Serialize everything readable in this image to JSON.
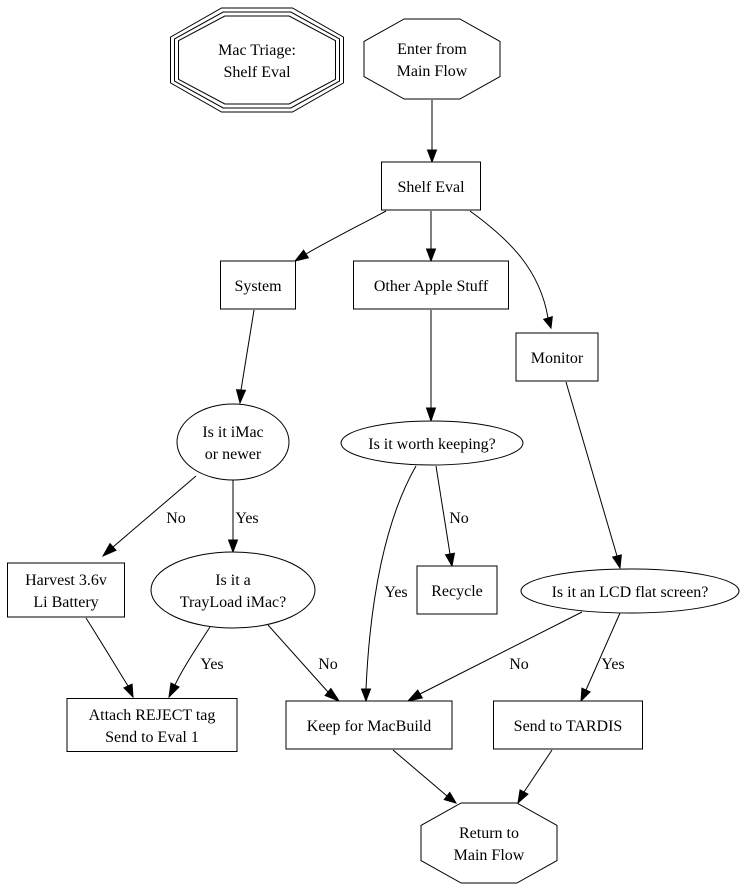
{
  "diagram": {
    "title": "Mac Triage: Shelf Eval",
    "nodes": [
      {
        "id": "title",
        "shape": "tripleoctagon",
        "lines": [
          "Mac Triage:",
          "Shelf Eval"
        ]
      },
      {
        "id": "enter",
        "shape": "octagon",
        "lines": [
          "Enter from",
          "Main Flow"
        ]
      },
      {
        "id": "shelf_eval",
        "shape": "box",
        "lines": [
          "Shelf Eval"
        ]
      },
      {
        "id": "system",
        "shape": "box",
        "lines": [
          "System"
        ]
      },
      {
        "id": "other_apple",
        "shape": "box",
        "lines": [
          "Other Apple Stuff"
        ]
      },
      {
        "id": "monitor",
        "shape": "box",
        "lines": [
          "Monitor"
        ]
      },
      {
        "id": "imac_or_newer",
        "shape": "ellipse",
        "lines": [
          "Is it iMac",
          "or newer"
        ]
      },
      {
        "id": "worth_keeping",
        "shape": "ellipse",
        "lines": [
          "Is it worth keeping?"
        ]
      },
      {
        "id": "harvest",
        "shape": "box",
        "lines": [
          "Harvest 3.6v",
          "Li Battery"
        ]
      },
      {
        "id": "trayload",
        "shape": "ellipse",
        "lines": [
          "Is it a",
          "TrayLoad iMac?"
        ]
      },
      {
        "id": "recycle",
        "shape": "box",
        "lines": [
          "Recycle"
        ]
      },
      {
        "id": "lcd",
        "shape": "ellipse",
        "lines": [
          "Is it an LCD flat screen?"
        ]
      },
      {
        "id": "reject",
        "shape": "box",
        "lines": [
          "Attach REJECT tag",
          "Send to Eval 1"
        ]
      },
      {
        "id": "keep",
        "shape": "box",
        "lines": [
          "Keep for MacBuild"
        ]
      },
      {
        "id": "tardis",
        "shape": "box",
        "lines": [
          "Send to TARDIS"
        ]
      },
      {
        "id": "return",
        "shape": "octagon",
        "lines": [
          "Return to",
          "Main Flow"
        ]
      }
    ],
    "edges": [
      {
        "from": "enter",
        "to": "shelf_eval",
        "label": ""
      },
      {
        "from": "shelf_eval",
        "to": "system",
        "label": ""
      },
      {
        "from": "shelf_eval",
        "to": "other_apple",
        "label": ""
      },
      {
        "from": "shelf_eval",
        "to": "monitor",
        "label": ""
      },
      {
        "from": "system",
        "to": "imac_or_newer",
        "label": ""
      },
      {
        "from": "other_apple",
        "to": "worth_keeping",
        "label": ""
      },
      {
        "from": "monitor",
        "to": "lcd",
        "label": ""
      },
      {
        "from": "imac_or_newer",
        "to": "harvest",
        "label": "No"
      },
      {
        "from": "imac_or_newer",
        "to": "trayload",
        "label": "Yes"
      },
      {
        "from": "worth_keeping",
        "to": "keep",
        "label": "Yes"
      },
      {
        "from": "worth_keeping",
        "to": "recycle",
        "label": "No"
      },
      {
        "from": "harvest",
        "to": "reject",
        "label": ""
      },
      {
        "from": "trayload",
        "to": "reject",
        "label": "Yes"
      },
      {
        "from": "trayload",
        "to": "keep",
        "label": "No"
      },
      {
        "from": "lcd",
        "to": "keep",
        "label": "No"
      },
      {
        "from": "lcd",
        "to": "tardis",
        "label": "Yes"
      },
      {
        "from": "keep",
        "to": "return",
        "label": ""
      },
      {
        "from": "tardis",
        "to": "return",
        "label": ""
      }
    ]
  }
}
